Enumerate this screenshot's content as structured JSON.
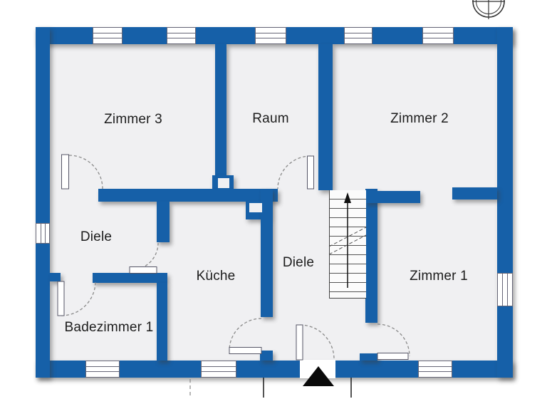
{
  "plan": {
    "rooms": [
      {
        "id": "zimmer3",
        "label": "Zimmer 3"
      },
      {
        "id": "raum",
        "label": "Raum"
      },
      {
        "id": "zimmer2",
        "label": "Zimmer 2"
      },
      {
        "id": "diele-links",
        "label": "Diele"
      },
      {
        "id": "kueche",
        "label": "Küche"
      },
      {
        "id": "diele-mitte",
        "label": "Diele"
      },
      {
        "id": "zimmer1",
        "label": "Zimmer 1"
      },
      {
        "id": "badezimmer1",
        "label": "Badezimmer 1"
      }
    ],
    "stair": {
      "direction": "up",
      "treads": 12
    },
    "entrance": {
      "marker": "black-triangle-up"
    },
    "window_count": 10,
    "door_count": 7
  },
  "icons": {
    "compass": "compass-rose-icon",
    "entrance_arrow": "entrance-arrow-icon"
  },
  "colors": {
    "wall": "#1660a8",
    "floor": "#f0f0f2",
    "background": "#ffffff",
    "line": "#555555",
    "text": "#1c1c1c"
  }
}
